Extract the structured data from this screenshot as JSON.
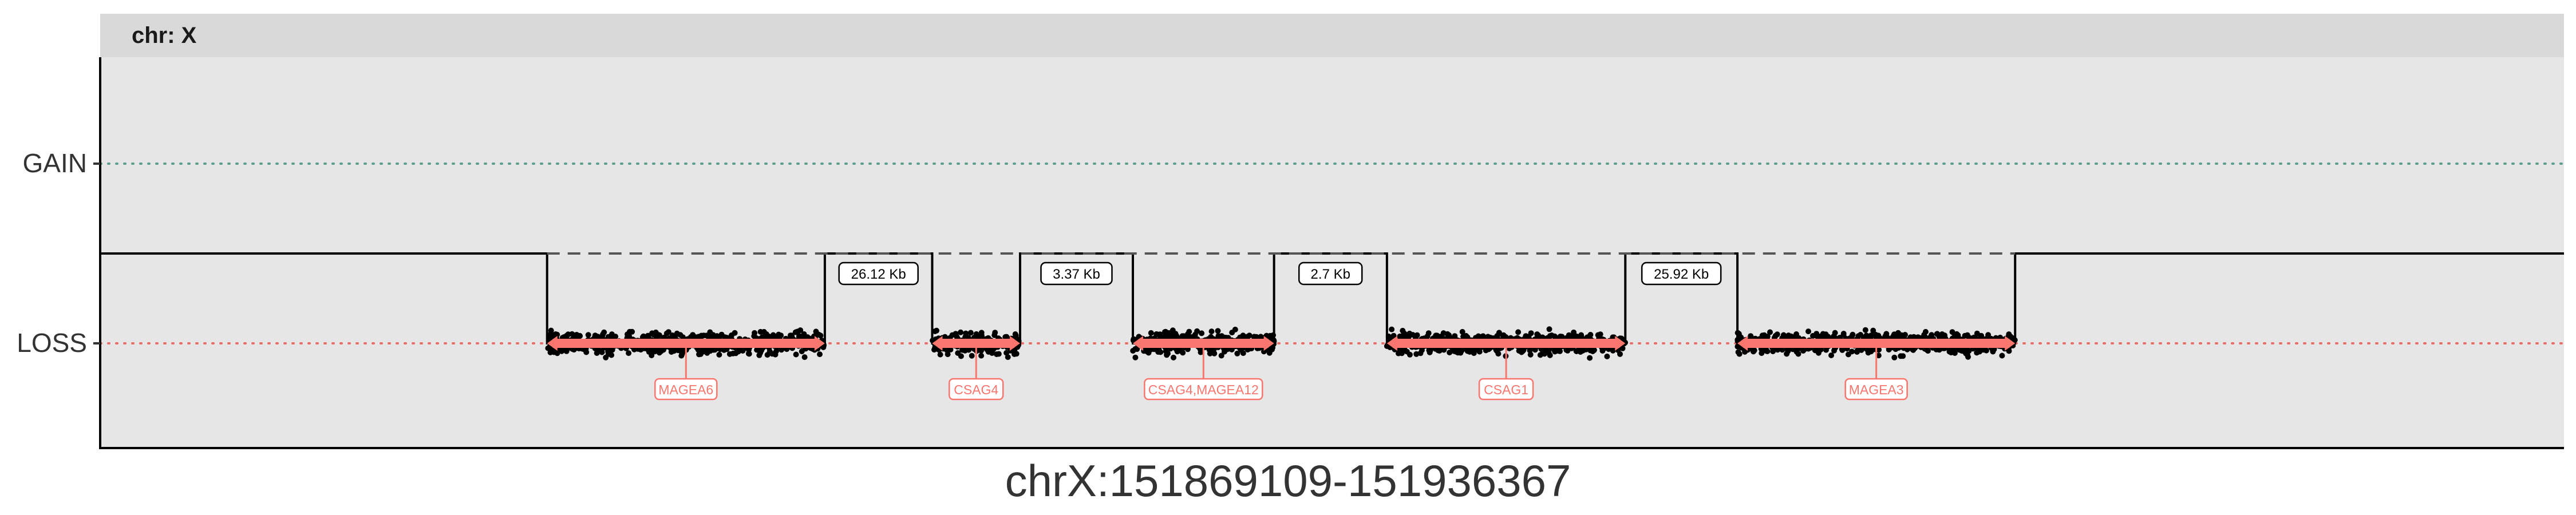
{
  "chart_data": {
    "type": "scatter",
    "facet": {
      "label": "chr: X"
    },
    "xlabel": "chrX:151869109-151936367",
    "ylabel": "",
    "y_ticks": [
      "GAIN",
      "LOSS"
    ],
    "xlim": [
      151869109,
      151936367
    ],
    "grid": false,
    "legend": "none",
    "baseline": {
      "state": "neutral"
    },
    "segments": [
      {
        "start": 151881309,
        "end": 151888891,
        "state": "LOSS",
        "gene": "MAGEA6"
      },
      {
        "start": 151891822,
        "end": 151894221,
        "state": "LOSS",
        "gene": "CSAG4"
      },
      {
        "start": 151897300,
        "end": 151901154,
        "state": "LOSS",
        "gene": "CSAG4,MAGEA12"
      },
      {
        "start": 151904236,
        "end": 151910743,
        "state": "LOSS",
        "gene": "CSAG1"
      },
      {
        "start": 151913803,
        "end": 151921384,
        "state": "LOSS",
        "gene": "MAGEA3"
      }
    ],
    "gaps": [
      {
        "start": 151888891,
        "end": 151891822,
        "label": "26.12 Kb"
      },
      {
        "start": 151894221,
        "end": 151897300,
        "label": "3.37 Kb"
      },
      {
        "start": 151901154,
        "end": 151904236,
        "label": "2.7 Kb"
      },
      {
        "start": 151910743,
        "end": 151913803,
        "label": "25.92 Kb"
      }
    ],
    "colors": {
      "panel": "#e6e6e6",
      "strip": "#d9d9d9",
      "gain_line": "#5f9e8f",
      "loss_line": "#e8706a",
      "gene": "#f8766d",
      "points": "#000000"
    }
  }
}
